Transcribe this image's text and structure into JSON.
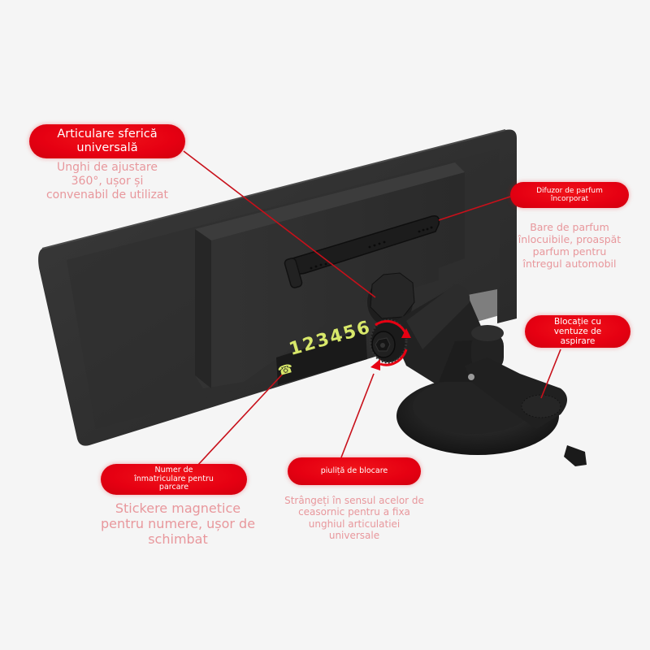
{
  "product": {
    "plate_digits": "123456",
    "plate_icon": "phone-icon",
    "colors": {
      "background": "#f5f5f5",
      "device_body": "#2b2b2b",
      "accent_red": "#e60012",
      "label_text": "#ffffff",
      "description_text": "#e8979c",
      "plate_digit_color": "#d8e86a"
    }
  },
  "callouts": {
    "joint": {
      "title_line1": "Articulare sferică",
      "title_line2": "universală",
      "desc_line1": "Unghi de ajustare",
      "desc_line2": "360°, ușor și",
      "desc_line3": "convenabil de utilizat"
    },
    "diffuser": {
      "title_line1": "Difuzor de parfum",
      "title_line2": "încorporat",
      "desc_line1": "Bare de parfum",
      "desc_line2": "înlocuibile, proaspăt",
      "desc_line3": "parfum pentru",
      "desc_line4": "întregul automobil"
    },
    "suction": {
      "title_line1": "Blocație cu",
      "title_line2": "ventuze de",
      "title_line3": "aspirare"
    },
    "plate": {
      "title_line1": "Numer de",
      "title_line2": "înmatriculare pentru",
      "title_line3": "parcare",
      "desc_line1": "Stickere magnetice",
      "desc_line2": "pentru numere, ușor de",
      "desc_line3": "schimbat"
    },
    "nut": {
      "title_line1": "piuliță de blocare",
      "desc_line1": "Strângeți în sensul acelor de",
      "desc_line2": "ceasornic pentru a fixa",
      "desc_line3": "unghiul articulatiei",
      "desc_line4": "universale"
    }
  }
}
